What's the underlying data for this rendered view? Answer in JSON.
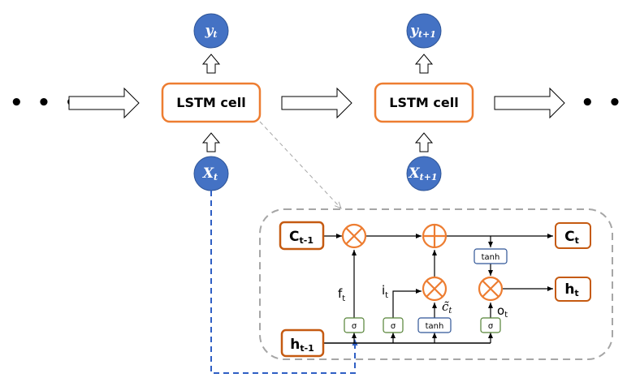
{
  "diagram": {
    "title": "LSTM unrolled over time with cell detail",
    "colors": {
      "cell_border": "#ED7D31",
      "state_border": "#C55A11",
      "node_fill": "#4472C4",
      "node_border": "#2F5597",
      "sigma_border": "#548235",
      "tanh_border": "#2F5597",
      "operator": "#ED7D31",
      "detail_border": "#A6A6A6",
      "input_link": "#2F5FC4",
      "line": "#000000"
    },
    "sequence": {
      "leading_ellipsis": "• • •",
      "trailing_ellipsis": "• • •",
      "cells": [
        {
          "label": "LSTM cell",
          "input": {
            "main": "X",
            "sub": "t"
          },
          "output": {
            "main": "y",
            "sub": "t"
          }
        },
        {
          "label": "LSTM cell",
          "input": {
            "main": "X",
            "sub": "t+1"
          },
          "output": {
            "main": "y",
            "sub": "t+1"
          }
        }
      ]
    },
    "detail": {
      "states": {
        "c_prev": {
          "main": "C",
          "sub": "t-1"
        },
        "h_prev": {
          "main": "h",
          "sub": "t-1"
        },
        "c_next": {
          "main": "C",
          "sub": "t"
        },
        "h_next": {
          "main": "h",
          "sub": "t"
        }
      },
      "gates": {
        "forget": "σ",
        "input": "σ",
        "candidate": "tanh",
        "output": "σ",
        "cell_tanh": "tanh"
      },
      "operators": {
        "forget_mul": "multiply",
        "cell_add": "add",
        "input_mul": "multiply",
        "output_mul": "multiply"
      },
      "labels": {
        "forget": {
          "main": "f",
          "sub": "t"
        },
        "input": {
          "main": "i",
          "sub": "t"
        },
        "candidate": {
          "main": "c̃",
          "sub": "t"
        },
        "output": {
          "main": "o",
          "sub": "t"
        }
      }
    }
  }
}
